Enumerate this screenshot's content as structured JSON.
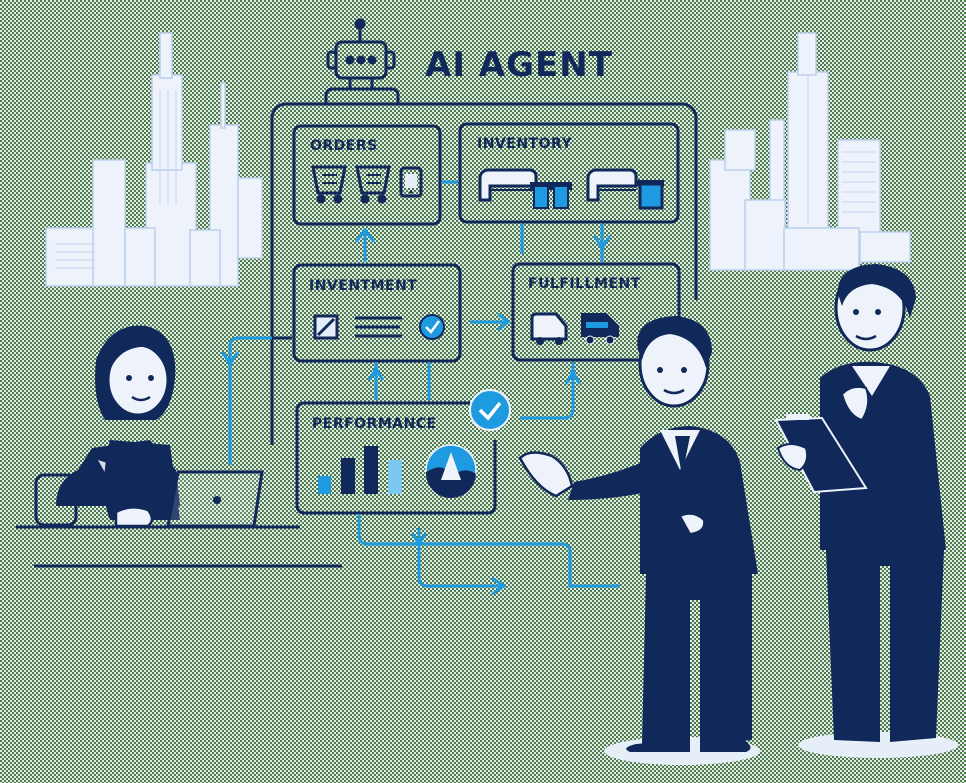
{
  "title": "AI AGENT",
  "modules": {
    "orders": {
      "label": "ORDERS"
    },
    "inventory": {
      "label": "INVENTORY"
    },
    "inventment": {
      "label": "INVENTMENT"
    },
    "fulfillment": {
      "label": "FULFILLMENT"
    },
    "performance": {
      "label": "PERFORMANCE"
    }
  },
  "colors": {
    "navy": "#10285a",
    "accent_blue": "#1e9be0",
    "light_blue": "#e6eef8",
    "building": "#eef3fb",
    "background_green": "#4a7a4e"
  },
  "icons": {
    "robot": "robot-icon",
    "cart": "shopping-cart-icon",
    "tablet": "tablet-icon",
    "couch": "couch-icon",
    "box": "box-icon",
    "checkbox": "checkbox-icon",
    "list": "list-icon",
    "check": "check-circle-icon",
    "van": "van-icon",
    "truck": "truck-icon",
    "bar_chart": "bar-chart-icon",
    "pie_chart": "pie-chart-icon"
  }
}
